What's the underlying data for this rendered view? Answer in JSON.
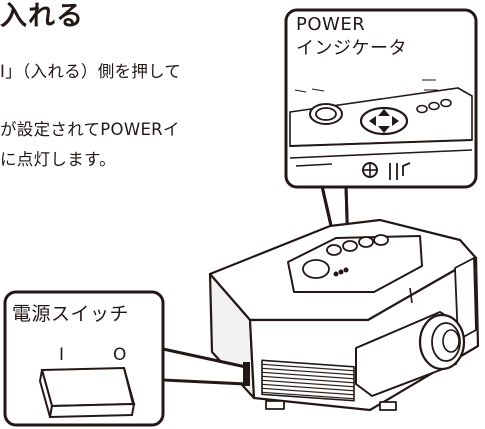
{
  "heading": "入れる",
  "body_lines": [
    "I」（入れる）側を押して",
    "が設定されてPOWERイ",
    "に点灯します。"
  ],
  "callouts": {
    "power_indicator": {
      "line1": "POWER",
      "line2": "インジケータ"
    },
    "power_switch": {
      "label": "電源スイッチ",
      "off_symbol": "I",
      "on_symbol": "O"
    }
  }
}
